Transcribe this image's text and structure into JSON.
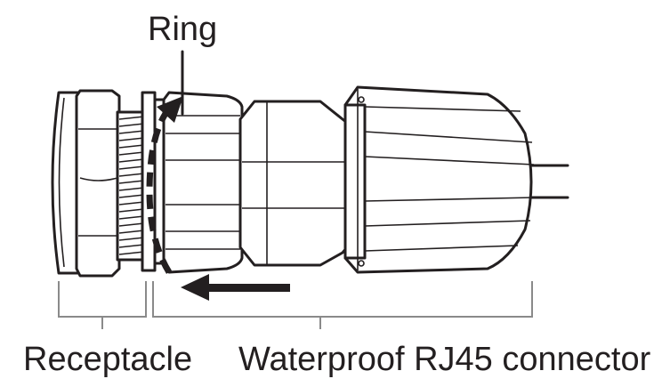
{
  "labels": {
    "ring": "Ring",
    "receptacle": "Receptacle",
    "connector": "Waterproof RJ45 connector"
  },
  "colors": {
    "ink": "#231f20",
    "bracket": "#8a8a8a",
    "background": "#ffffff"
  },
  "icons": {
    "rotation_arrow": "dashed-curved-arrow-icon",
    "push_arrow": "left-arrow-icon"
  }
}
